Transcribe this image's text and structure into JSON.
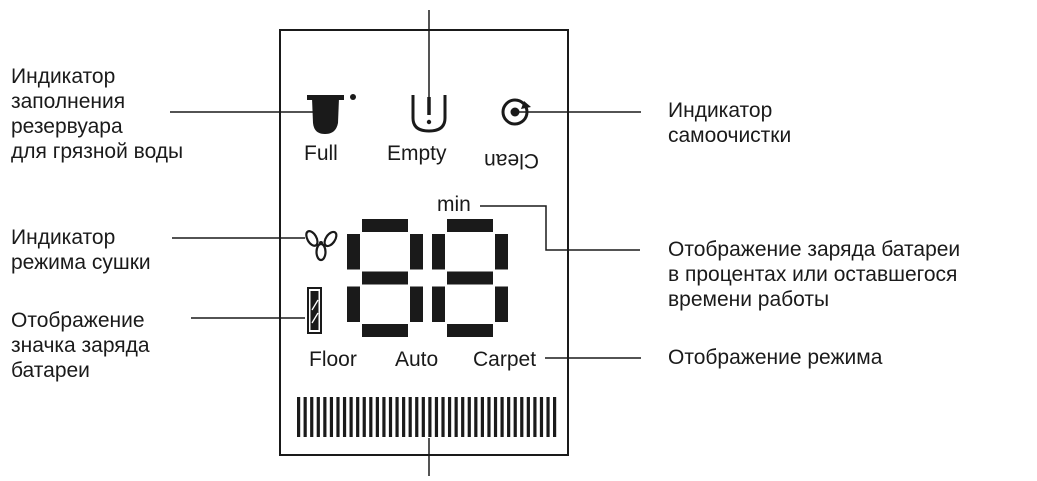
{
  "callouts": {
    "tank_full": "Индикатор\nзаполнения\nрезервуара\nдля грязной воды",
    "self_clean": "Индикатор\nсамоочистки",
    "drying": "Индикатор\nрежима сушки",
    "battery_icon": "Отображение\nзначка заряда\nбатареи",
    "battery_display": "Отображение заряда батареи\nв процентах или оставшегося\nвремени работы",
    "mode": "Отображение режима"
  },
  "display": {
    "full": "Full",
    "empty": "Empty",
    "clean": "Clean",
    "min": "min",
    "digits": "88",
    "mode_floor": "Floor",
    "mode_auto": "Auto",
    "mode_carpet": "Carpet"
  },
  "colors": {
    "ink": "#1a1a1a",
    "background": "#ffffff"
  },
  "icons": [
    "tank-full-icon",
    "empty-warning-icon",
    "self-clean-icon",
    "fan-icon",
    "battery-icon",
    "level-bar-icon"
  ]
}
